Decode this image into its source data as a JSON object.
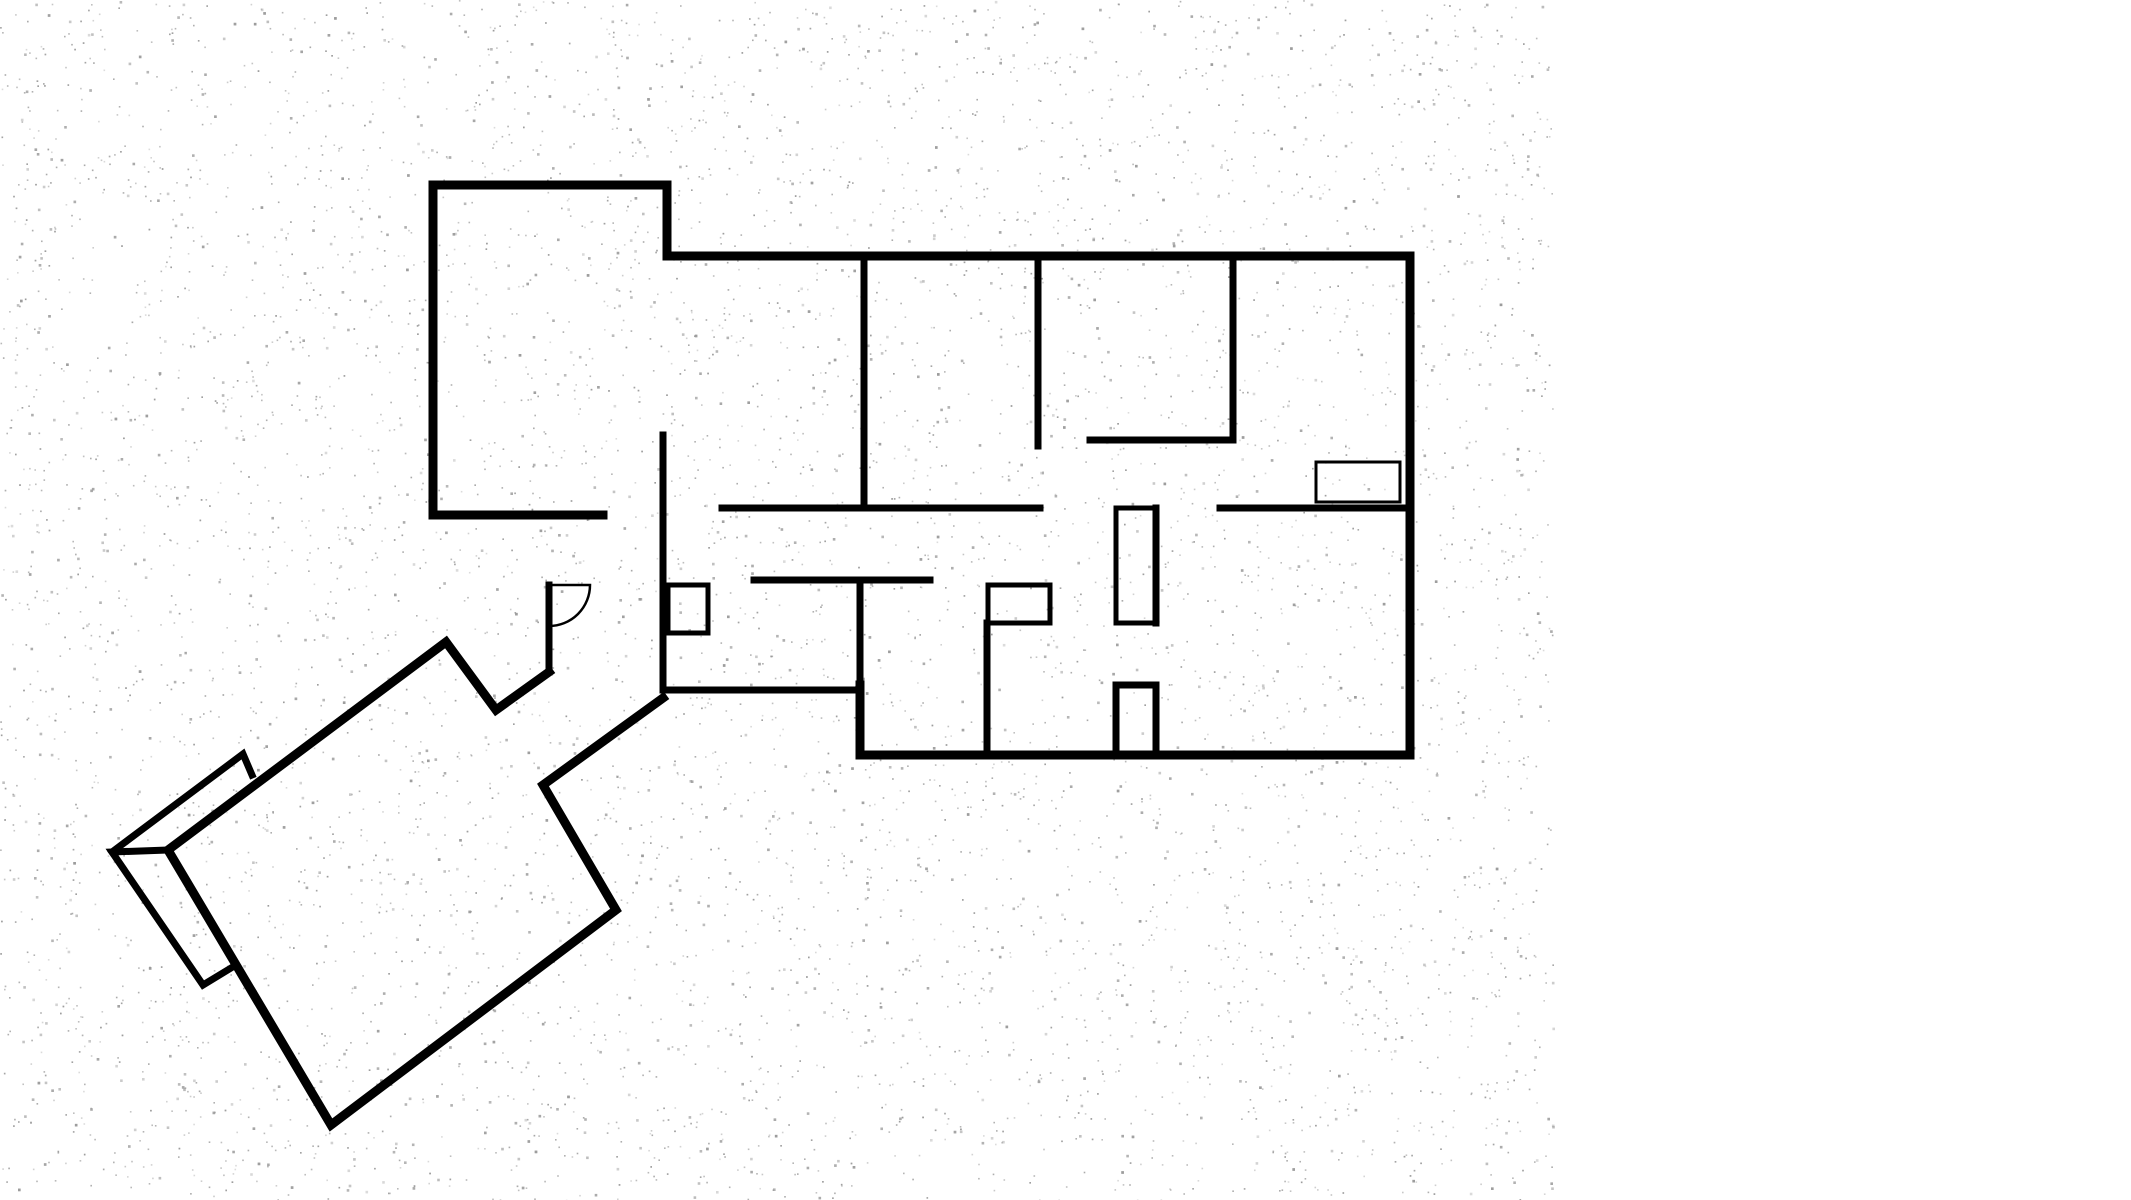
{
  "title": "",
  "colors": {
    "background": "#ffffff",
    "wall": "#000000",
    "noise": "#9a9a9a"
  },
  "rooms": [
    "room-top-left",
    "room-center-left",
    "room-bedroom-1",
    "room-bedroom-2",
    "room-bedroom-3",
    "room-hall",
    "room-lower-center",
    "room-lower-right",
    "room-rotated-wing",
    "room-rotated-porch"
  ]
}
